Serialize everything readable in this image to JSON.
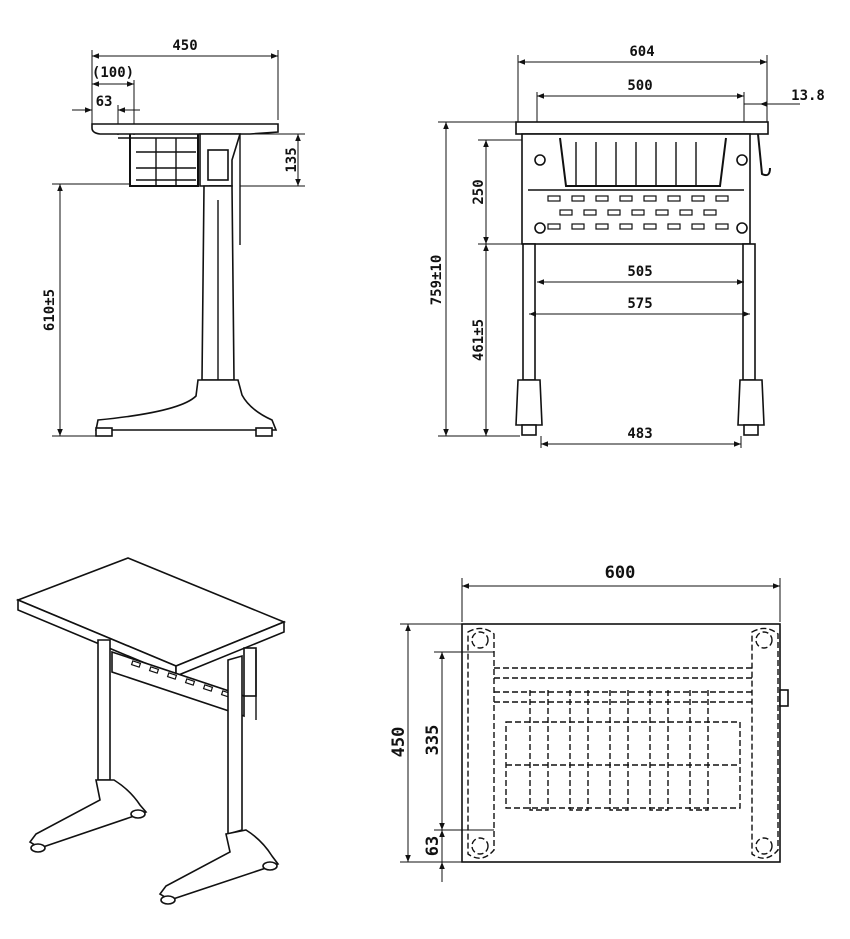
{
  "side_view": {
    "dim_depth": "450",
    "dim_offset": "(100)",
    "dim_small": "63",
    "dim_rack": "135",
    "dim_height": "610±5"
  },
  "front_view": {
    "dim_width": "604",
    "dim_inner": "500",
    "dim_hook": "13.8",
    "dim_rack_h": "250",
    "dim_total_h": "759±10",
    "dim_leg_h": "461±5",
    "dim_bar_inner": "505",
    "dim_bar_outer": "575",
    "dim_foot": "483"
  },
  "top_view": {
    "dim_width": "600",
    "dim_depth": "450",
    "dim_rack_d": "335",
    "dim_edge": "63"
  }
}
